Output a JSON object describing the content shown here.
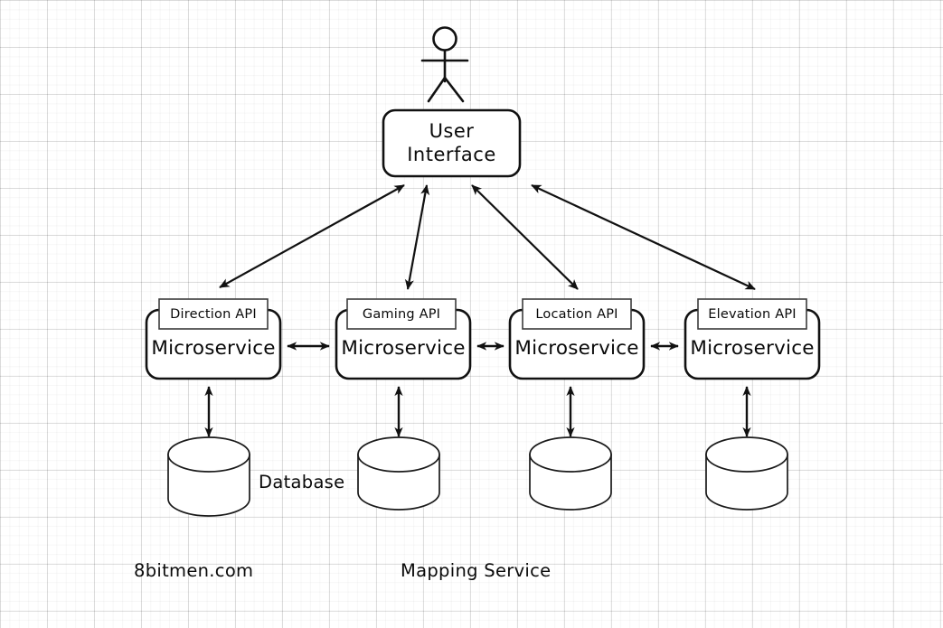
{
  "diagram": {
    "title": "Mapping Service",
    "watermark": "8bitmen.com",
    "actor": {
      "name": "user-actor"
    },
    "ui_node": {
      "label": "User\nInterface"
    },
    "services": [
      {
        "api_label": "Direction API",
        "service_label": "Microservice"
      },
      {
        "api_label": "Gaming API",
        "service_label": "Microservice"
      },
      {
        "api_label": "Location API",
        "service_label": "Microservice"
      },
      {
        "api_label": "Elevation API",
        "service_label": "Microservice"
      }
    ],
    "database_caption": "Database",
    "databases": [
      {
        "name": "database-1"
      },
      {
        "name": "database-2"
      },
      {
        "name": "database-3"
      },
      {
        "name": "database-4"
      }
    ],
    "colors": {
      "stroke_bold": "#111111",
      "stroke_thin": "#3b3b3b",
      "fill": "#ffffff",
      "text": "#0a0a0a",
      "grid_major": "rgba(0,0,0,0.115)",
      "grid_minor": "rgba(0,0,0,0.030)"
    }
  }
}
